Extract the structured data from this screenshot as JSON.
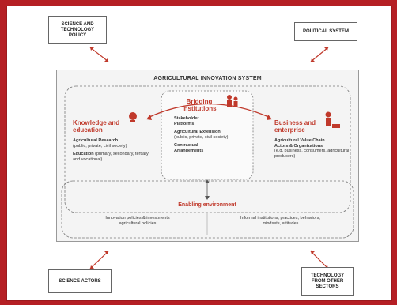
{
  "corners": {
    "top_left": "SCIENCE AND\nTECHNOLOGY\nPOLICY",
    "top_right": "POLITICAL SYSTEM",
    "bottom_left": "SCIENCE ACTORS",
    "bottom_right": "TECHNOLOGY\nFROM OTHER\nSECTORS"
  },
  "system_title": "AGRICULTURAL INNOVATION SYSTEM",
  "bridging": {
    "title": "Bridging\ninstitutions",
    "items": [
      {
        "name": "Stakeholder\nPlatforms",
        "detail": ""
      },
      {
        "name": "Agricultural Extension",
        "detail": "(public, private, civil society)"
      },
      {
        "name": "Contractual\nArrangements",
        "detail": ""
      }
    ]
  },
  "knowledge": {
    "title": "Knowledge and\neducation",
    "items": [
      {
        "name": "Agricultural Research",
        "detail": "(public, private, civil society)"
      },
      {
        "name": "Education",
        "detail": "(primary, secondary, tertiary and vocational)"
      }
    ]
  },
  "business": {
    "title": "Business and\nenterprise",
    "items": [
      {
        "name": "Agricultural Value Chain\nActors & Organizations",
        "detail": "(e.g. business, consumers, agricultural producers)"
      }
    ]
  },
  "enabling": {
    "title": "Enabling environment",
    "left": "Innovation policies & investments\nagricultural policies",
    "right": "Informal institutions, practices, behaviors,\nmindsets, attitudes"
  },
  "colors": {
    "accent": "#c0392b",
    "background": "#b51f24"
  }
}
